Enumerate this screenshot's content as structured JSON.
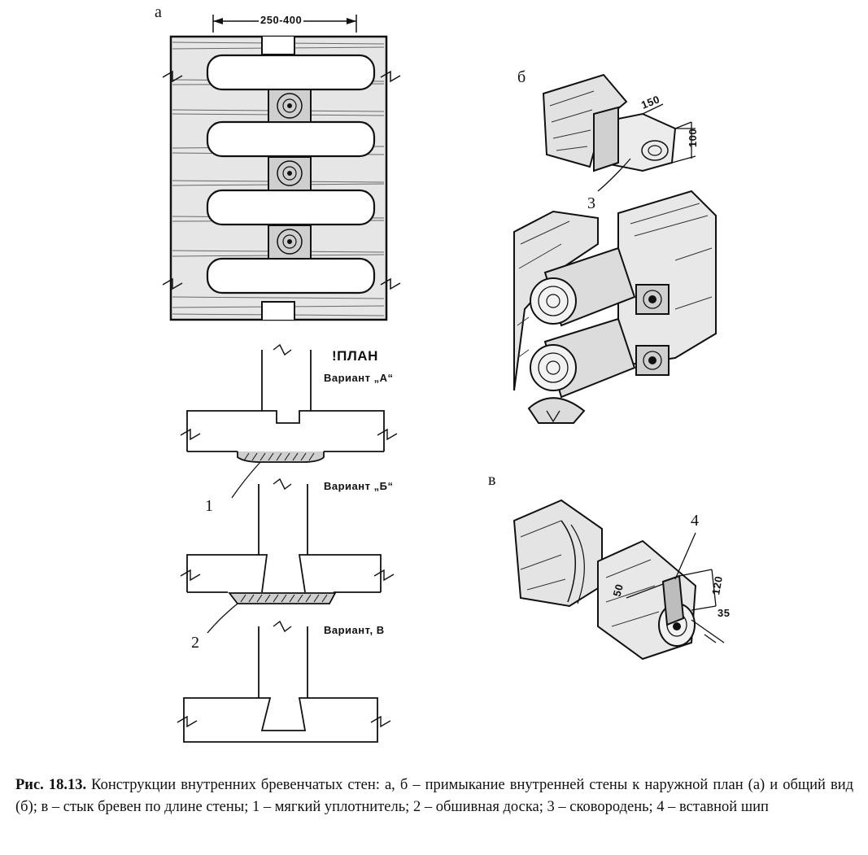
{
  "labels": {
    "a": "а",
    "b": "б",
    "v": "в",
    "n1": "1",
    "n2": "2",
    "n3": "3",
    "n4": "4"
  },
  "plan_title": "!ПЛАН",
  "variants": {
    "a": "Вариант „А“",
    "b": "Вариант „Б“",
    "v": "Вариант, В"
  },
  "dimensions": {
    "span": "250-400",
    "d150": "150",
    "d100": "100",
    "d120": "120",
    "d50": "50",
    "d35": "35"
  },
  "caption": {
    "ref": "Рис. 18.13.",
    "text": " Конструкции внутренних бревенчатых стен: а, б – примыкание внутренней стены к наружной план (а) и общий вид (б); в – стык бревен по длине стены; 1 – мягкий уплотнитель; 2 – обшивная доска; 3 – сковородень; 4 – вставной шип"
  }
}
